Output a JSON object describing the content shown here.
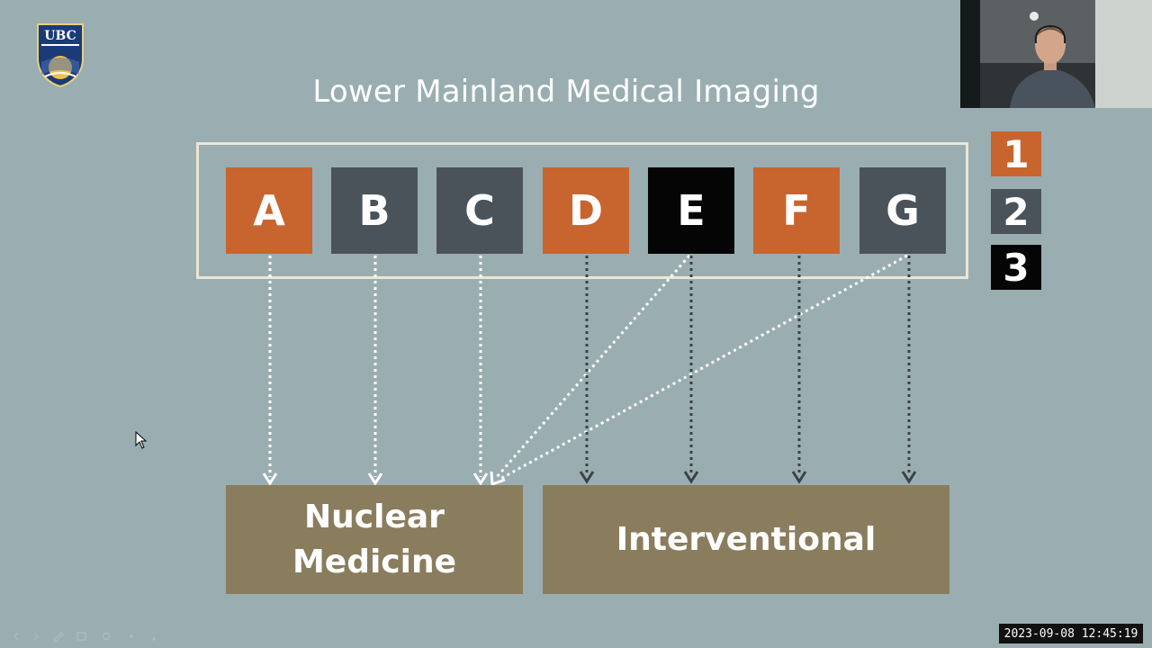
{
  "slide": {
    "title": "Lower Mainland Medical Imaging",
    "logo_text": "UBC",
    "sites": [
      {
        "label": "A",
        "category": 1,
        "color": "#c8652f"
      },
      {
        "label": "B",
        "category": 2,
        "color": "#4b535a"
      },
      {
        "label": "C",
        "category": 2,
        "color": "#4b535a"
      },
      {
        "label": "D",
        "category": 1,
        "color": "#c8652f"
      },
      {
        "label": "E",
        "category": 3,
        "color": "#050505"
      },
      {
        "label": "F",
        "category": 1,
        "color": "#c8652f"
      },
      {
        "label": "G",
        "category": 2,
        "color": "#4b535a"
      }
    ],
    "legend": [
      {
        "label": "1",
        "color": "#c8652f"
      },
      {
        "label": "2",
        "color": "#4b535a"
      },
      {
        "label": "3",
        "color": "#050505"
      }
    ],
    "destinations": {
      "nuclear_line1": "Nuclear",
      "nuclear_line2": "Medicine",
      "interventional": "Interventional"
    },
    "colors": {
      "background": "#9aaeb1",
      "frame": "#ece6d6",
      "destination": "#8a7d5e",
      "arrow_light": "#ffffff",
      "arrow_dark": "#3b4245"
    }
  },
  "recording": {
    "timestamp": "2023-09-08 12:45:19"
  },
  "icons": {
    "cursor": "mouse-pointer-icon",
    "logo": "ubc-crest-icon",
    "webcam": "presenter-webcam-feed"
  }
}
